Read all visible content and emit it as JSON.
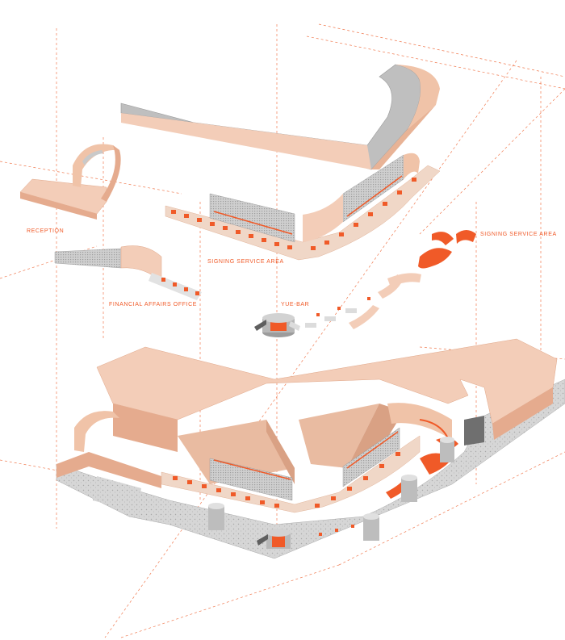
{
  "colors": {
    "accent": "#f05a28",
    "wall": "#f3cdb8",
    "wall_shade": "#e5ab8e",
    "floor": "#dcdcdc",
    "panel": "#c9c9c9",
    "guide": "#f07a50"
  },
  "labels": {
    "reception": "RECEPTION",
    "financial": "FINANCIAL AFFAIRS OFFICE",
    "signing_main": "SIGNING SERVICE AREA",
    "yue_bar": "YUE-BAR",
    "signing_right": "SIGNING SERVICE AREA"
  }
}
